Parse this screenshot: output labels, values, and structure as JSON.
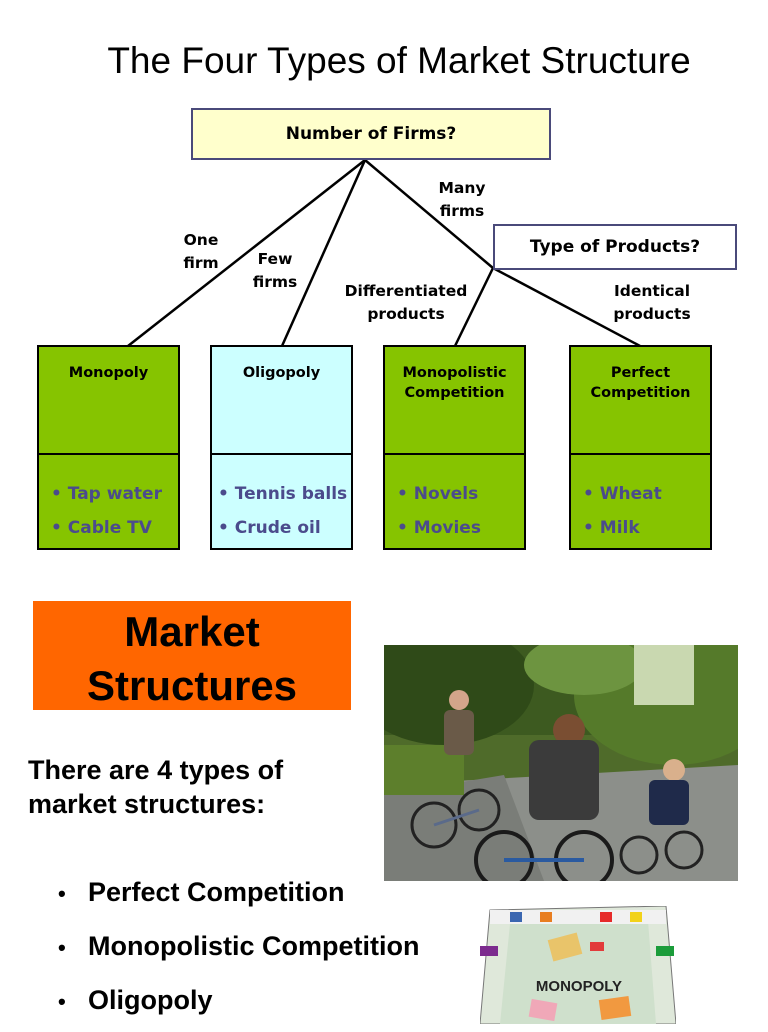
{
  "title": "The Four Types of Market Structure",
  "diagram": {
    "question_firms": "Number of Firms?",
    "question_products": "Type of Products?",
    "edge_labels": {
      "one_firm": "One\nfirm",
      "few_firms": "Few\nfirms",
      "many_firms": "Many\nfirms",
      "differentiated": "Differentiated\nproducts",
      "identical": "Identical\nproducts"
    },
    "structures": [
      {
        "name": "Monopoly",
        "examples": [
          "• Tap water",
          "• Cable TV"
        ],
        "color": "#86c400"
      },
      {
        "name": "Oligopoly",
        "examples": [
          "• Tennis balls",
          "• Crude oil"
        ],
        "color": "#ccffff"
      },
      {
        "name": "Monopolistic\nCompetition",
        "examples": [
          "• Novels",
          "• Movies"
        ],
        "color": "#86c400"
      },
      {
        "name": "Perfect\nCompetition",
        "examples": [
          "• Wheat",
          "• Milk"
        ],
        "color": "#86c400"
      }
    ]
  },
  "banner": "Market\nStructures",
  "intro": "There are 4 types of market structures:",
  "bullets": [
    "Perfect Competition",
    "Monopolistic Competition",
    "Oligopoly"
  ],
  "board_logo": "MONOPOLY",
  "accent_colors": {
    "banner": "#ff6600",
    "question_box": "#ffffcc",
    "example_text": "#4b4b8c"
  }
}
